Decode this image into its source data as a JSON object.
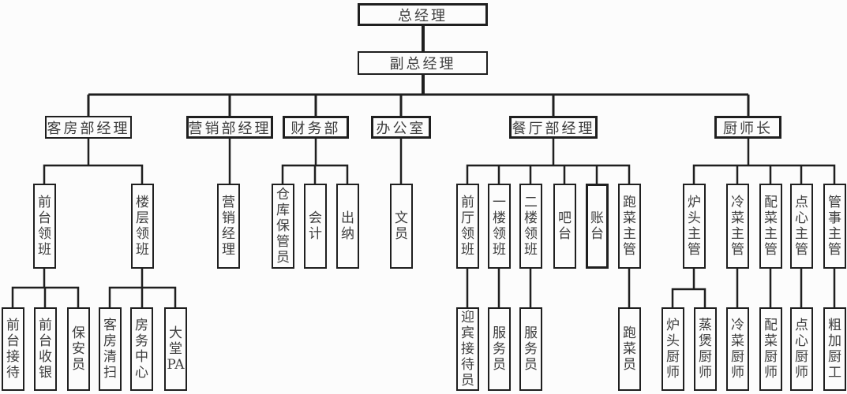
{
  "org_chart": {
    "type": "org-tree",
    "colors": {
      "background": "#fcfcfc",
      "line": "#1f1f1f",
      "box_border": "#1f1f1f",
      "text": "#3d3d3d"
    },
    "nodes": {
      "gm": "总经理",
      "dgm": "副总经理",
      "housekeeping_mgr": "客房部经理",
      "marketing_mgr": "营销部经理",
      "finance_dept": "财务部",
      "office": "办公室",
      "restaurant_mgr": "餐厅部经理",
      "head_chef": "厨师长",
      "front_desk_sup": "前台领班",
      "floor_sup": "楼层领班",
      "marketing_manager": "营销经理",
      "warehouse_keeper": "仓库保管员",
      "accountant": "会计",
      "cashier": "出纳",
      "clerk": "文员",
      "front_hall_sup": "前厅领班",
      "floor1_sup": "一楼领班",
      "floor2_sup": "二楼领班",
      "bar": "吧台",
      "counter": "账台",
      "food_runner_sup": "跑菜主管",
      "stove_sup": "炉头主管",
      "cold_dish_sup": "冷菜主管",
      "garnish_sup": "配菜主管",
      "pastry_sup": "点心主管",
      "steward_sup": "管事主管",
      "front_desk_reception": "前台接待",
      "front_desk_cashier": "前台收银",
      "security_guard": "保安员",
      "room_cleaning": "客房清扫",
      "housekeeping_center": "房务中心",
      "lobby_pa": "大堂PA",
      "greeter": "迎宾接待员",
      "waiter_floor1": "服务员",
      "waiter_floor2": "服务员",
      "food_runner": "跑菜员",
      "stove_chef": "炉头厨师",
      "steam_pot_chef": "蒸煲厨师",
      "cold_dish_chef": "冷菜厨师",
      "garnish_chef": "配菜厨师",
      "pastry_chef": "点心厨师",
      "rough_prep_worker": "粗加厨工"
    },
    "hierarchy": {
      "gm": [
        "dgm"
      ],
      "dgm": [
        "housekeeping_mgr",
        "marketing_mgr",
        "finance_dept",
        "office",
        "restaurant_mgr",
        "head_chef"
      ],
      "housekeeping_mgr": [
        "front_desk_sup",
        "floor_sup"
      ],
      "front_desk_sup": [
        "front_desk_reception",
        "front_desk_cashier",
        "security_guard"
      ],
      "floor_sup": [
        "room_cleaning",
        "housekeeping_center",
        "lobby_pa"
      ],
      "marketing_mgr": [
        "marketing_manager"
      ],
      "finance_dept": [
        "warehouse_keeper",
        "accountant",
        "cashier"
      ],
      "office": [
        "clerk"
      ],
      "restaurant_mgr": [
        "front_hall_sup",
        "floor1_sup",
        "floor2_sup",
        "bar",
        "counter",
        "food_runner_sup"
      ],
      "front_hall_sup": [
        "greeter"
      ],
      "floor1_sup": [
        "waiter_floor1"
      ],
      "floor2_sup": [
        "waiter_floor2"
      ],
      "food_runner_sup": [
        "food_runner"
      ],
      "head_chef": [
        "stove_sup",
        "cold_dish_sup",
        "garnish_sup",
        "pastry_sup",
        "steward_sup"
      ],
      "stove_sup": [
        "stove_chef",
        "steam_pot_chef"
      ],
      "cold_dish_sup": [
        "cold_dish_chef"
      ],
      "garnish_sup": [
        "garnish_chef"
      ],
      "pastry_sup": [
        "pastry_chef"
      ],
      "steward_sup": [
        "rough_prep_worker"
      ]
    }
  }
}
